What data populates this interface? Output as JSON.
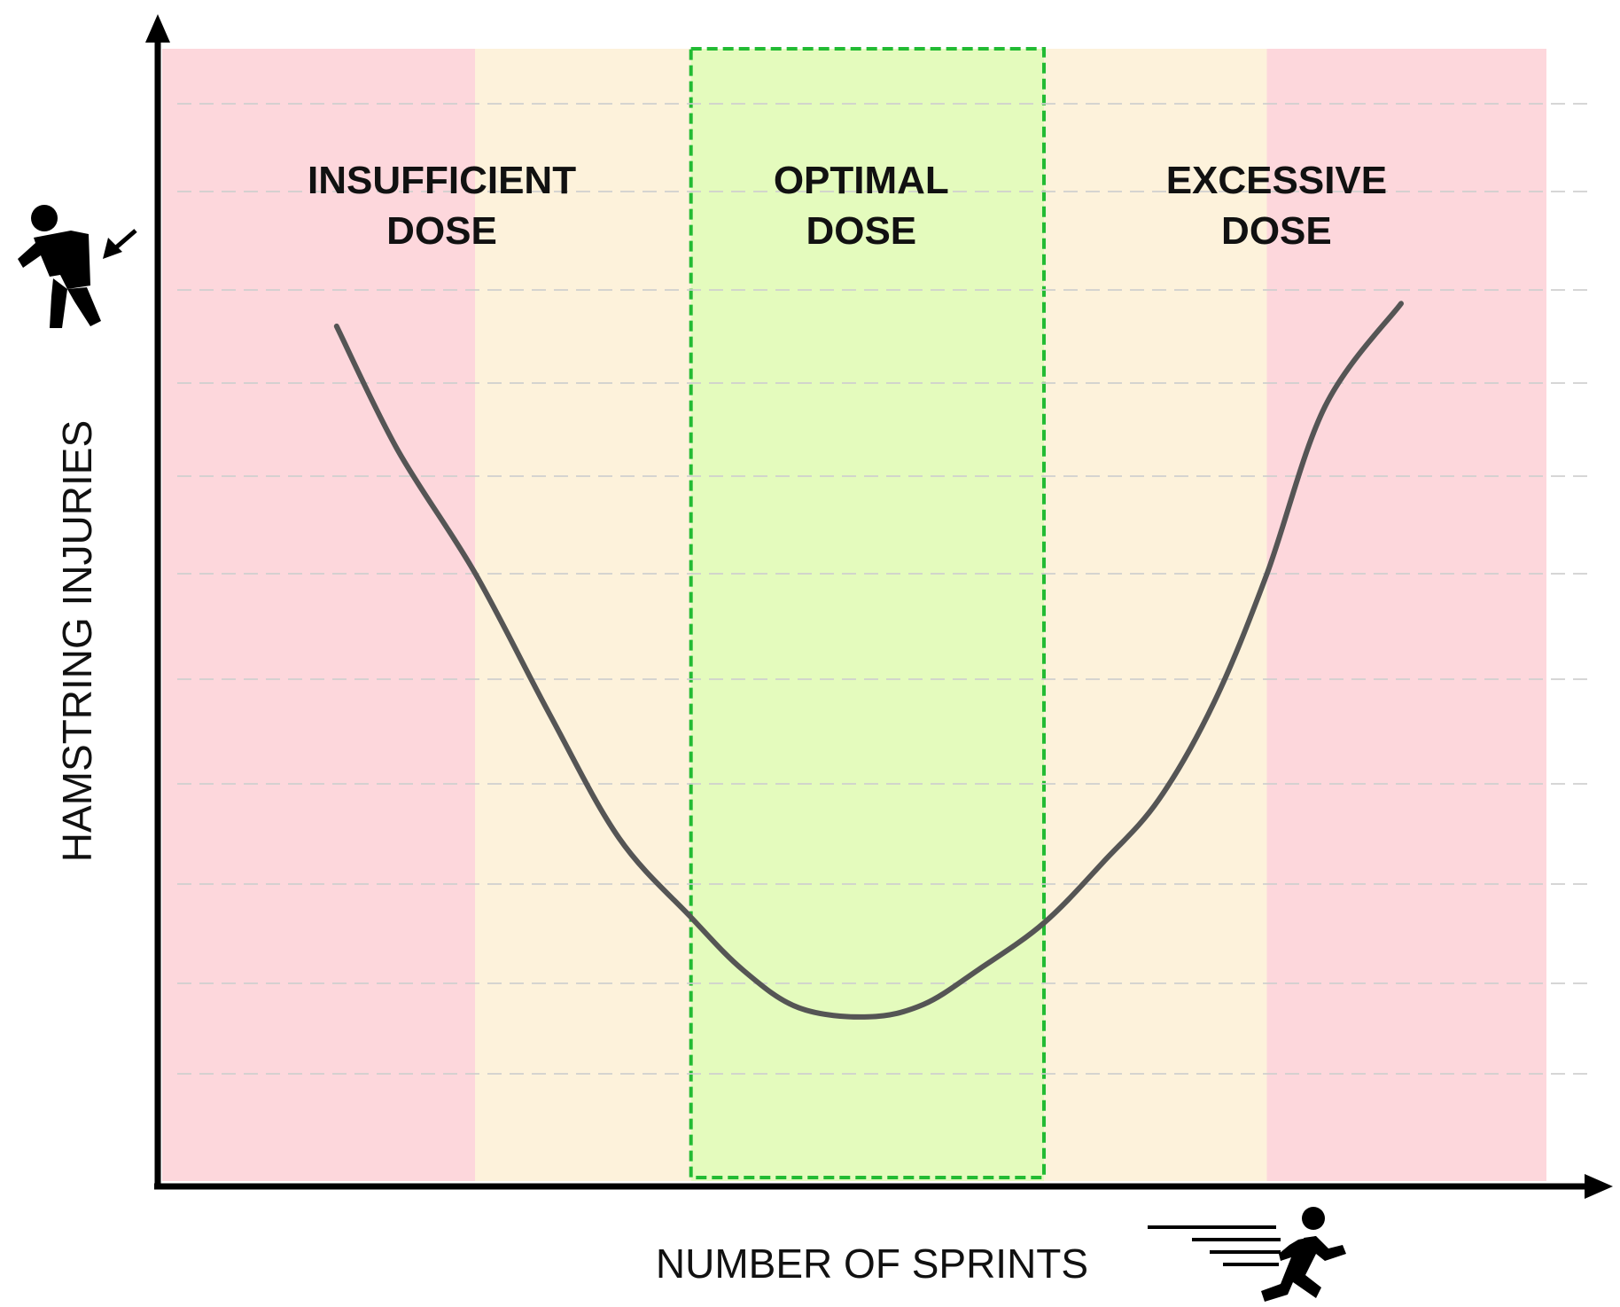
{
  "chart_data": {
    "type": "line",
    "xlabel": "NUMBER OF SPRINTS",
    "ylabel": "HAMSTRING INJURIES",
    "xlim": [
      0,
      100
    ],
    "ylim": [
      0,
      100
    ],
    "grid": {
      "horizontal_dashed": true
    },
    "zones": [
      {
        "id": "insufficient-left",
        "x_start": 0,
        "x_end": 22.6,
        "color": "#fdd7dc",
        "lines": []
      },
      {
        "id": "insufficient-mid",
        "x_start": 22.6,
        "x_end": 38.2,
        "color": "#fdf2db",
        "lines": [
          "INSUFFICIENT",
          "DOSE"
        ],
        "label_x": 20.2
      },
      {
        "id": "optimal",
        "x_start": 38.2,
        "x_end": 63.7,
        "color": "#e4fbbd",
        "lines": [
          "OPTIMAL",
          "DOSE"
        ],
        "label_x": 50.5,
        "outline": "#22bb33"
      },
      {
        "id": "excessive-mid",
        "x_start": 63.7,
        "x_end": 79.8,
        "color": "#fdf2db",
        "lines": [
          "EXCESSIVE",
          "DOSE"
        ],
        "label_x": 80.5
      },
      {
        "id": "excessive-right",
        "x_start": 79.8,
        "x_end": 100,
        "color": "#fdd7dc",
        "lines": []
      }
    ],
    "series": [
      {
        "color": "#555555",
        "x": [
          12.6,
          17,
          22.6,
          28,
          33,
          38.2,
          42,
          46,
          51,
          55,
          59,
          63.7,
          68,
          72,
          76,
          79.8,
          84,
          89.5
        ],
        "y": [
          75.5,
          64.6,
          53.7,
          41.2,
          30.3,
          23.3,
          18.6,
          15.3,
          14.5,
          15.6,
          18.7,
          22.8,
          28.2,
          33.7,
          42.3,
          53.6,
          68.4,
          77.5
        ]
      }
    ],
    "icons": {
      "y_axis": "injured-runner-icon",
      "x_axis": "sprinting-runner-icon"
    }
  }
}
